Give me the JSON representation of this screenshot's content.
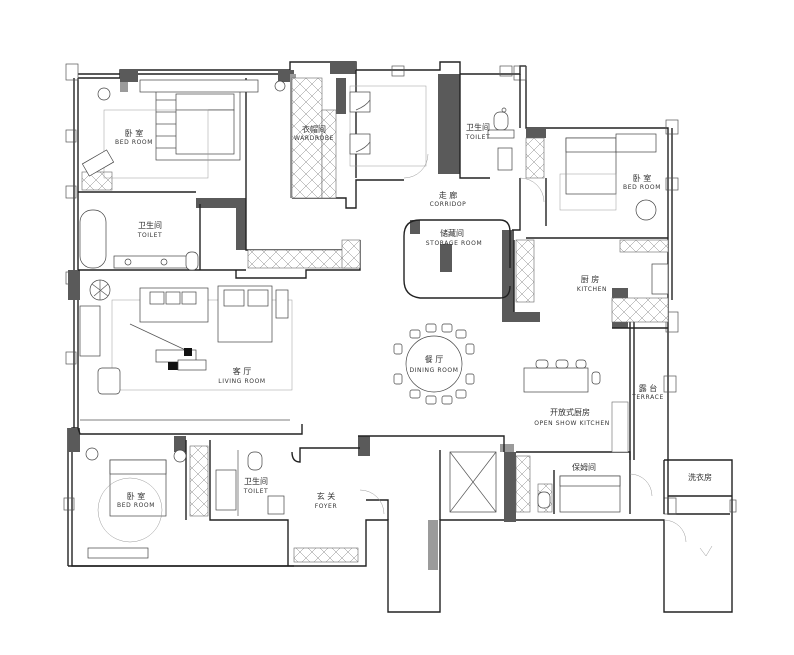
{
  "rooms": [
    {
      "id": "bedroom-nw",
      "cn": "卧 室",
      "en": "BED ROOM"
    },
    {
      "id": "wardrobe",
      "cn": "衣帽间",
      "en": "WARDROBE"
    },
    {
      "id": "toilet-ne",
      "cn": "卫生间",
      "en": "TOILET"
    },
    {
      "id": "bedroom-ne",
      "cn": "卧 室",
      "en": "BED ROOM"
    },
    {
      "id": "corridor",
      "cn": "走 廊",
      "en": "CORRIDOP"
    },
    {
      "id": "toilet-w",
      "cn": "卫生间",
      "en": "TOILET"
    },
    {
      "id": "storage",
      "cn": "储藏间",
      "en": "STORAGE ROOM"
    },
    {
      "id": "kitchen",
      "cn": "厨 房",
      "en": "KITCHEN"
    },
    {
      "id": "dining",
      "cn": "餐 厅",
      "en": "DINING ROOM"
    },
    {
      "id": "living",
      "cn": "客 厅",
      "en": "LIVING ROOM"
    },
    {
      "id": "terrace",
      "cn": "露 台",
      "en": "TERRACE"
    },
    {
      "id": "open-kitchen",
      "cn": "开放式厨房",
      "en": "OPEN SHOW KITCHEN"
    },
    {
      "id": "maid",
      "cn": "保姆间",
      "en": ""
    },
    {
      "id": "laundry",
      "cn": "洗衣房",
      "en": ""
    },
    {
      "id": "bedroom-sw",
      "cn": "卧 室",
      "en": "BED ROOM"
    },
    {
      "id": "toilet-sw",
      "cn": "卫生间",
      "en": "TOILET"
    },
    {
      "id": "foyer",
      "cn": "玄 关",
      "en": "FOYER"
    }
  ]
}
